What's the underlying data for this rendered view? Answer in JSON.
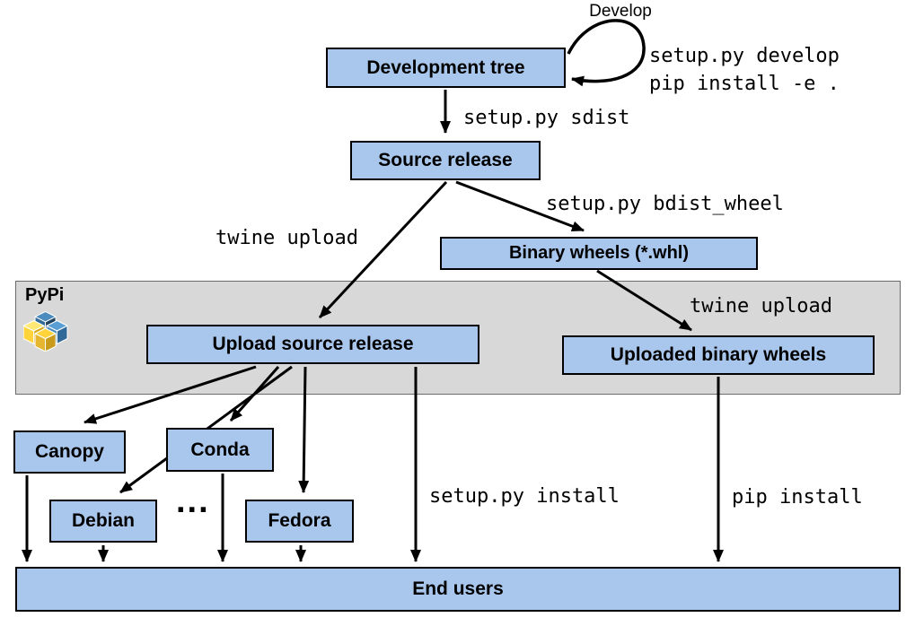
{
  "diagram": {
    "nodes": {
      "development_tree": "Development tree",
      "source_release": "Source release",
      "binary_wheels": "Binary wheels (*.whl)",
      "upload_source_release": "Upload source release",
      "uploaded_binary_wheels": "Uploaded binary wheels",
      "canopy": "Canopy",
      "conda": "Conda",
      "debian": "Debian",
      "fedora": "Fedora",
      "ellipsis": "...",
      "end_users": "End users"
    },
    "band": {
      "label": "PyPi"
    },
    "edge_labels": {
      "develop": "Develop",
      "setup_develop": "setup.py develop",
      "pip_install_editable": "pip install -e .",
      "setup_sdist": "setup.py sdist",
      "twine_upload_source": "twine upload",
      "setup_bdist_wheel": "setup.py bdist_wheel",
      "twine_upload_wheels": "twine upload",
      "setup_install": "setup.py install",
      "pip_install": "pip install"
    },
    "colors": {
      "box_fill": "#a9c6ec",
      "box_border": "#000000",
      "band_fill": "#d8d8d8",
      "arrow_color": "#000000",
      "logo_blue": "#306998",
      "logo_yellow": "#ffd43b"
    }
  }
}
